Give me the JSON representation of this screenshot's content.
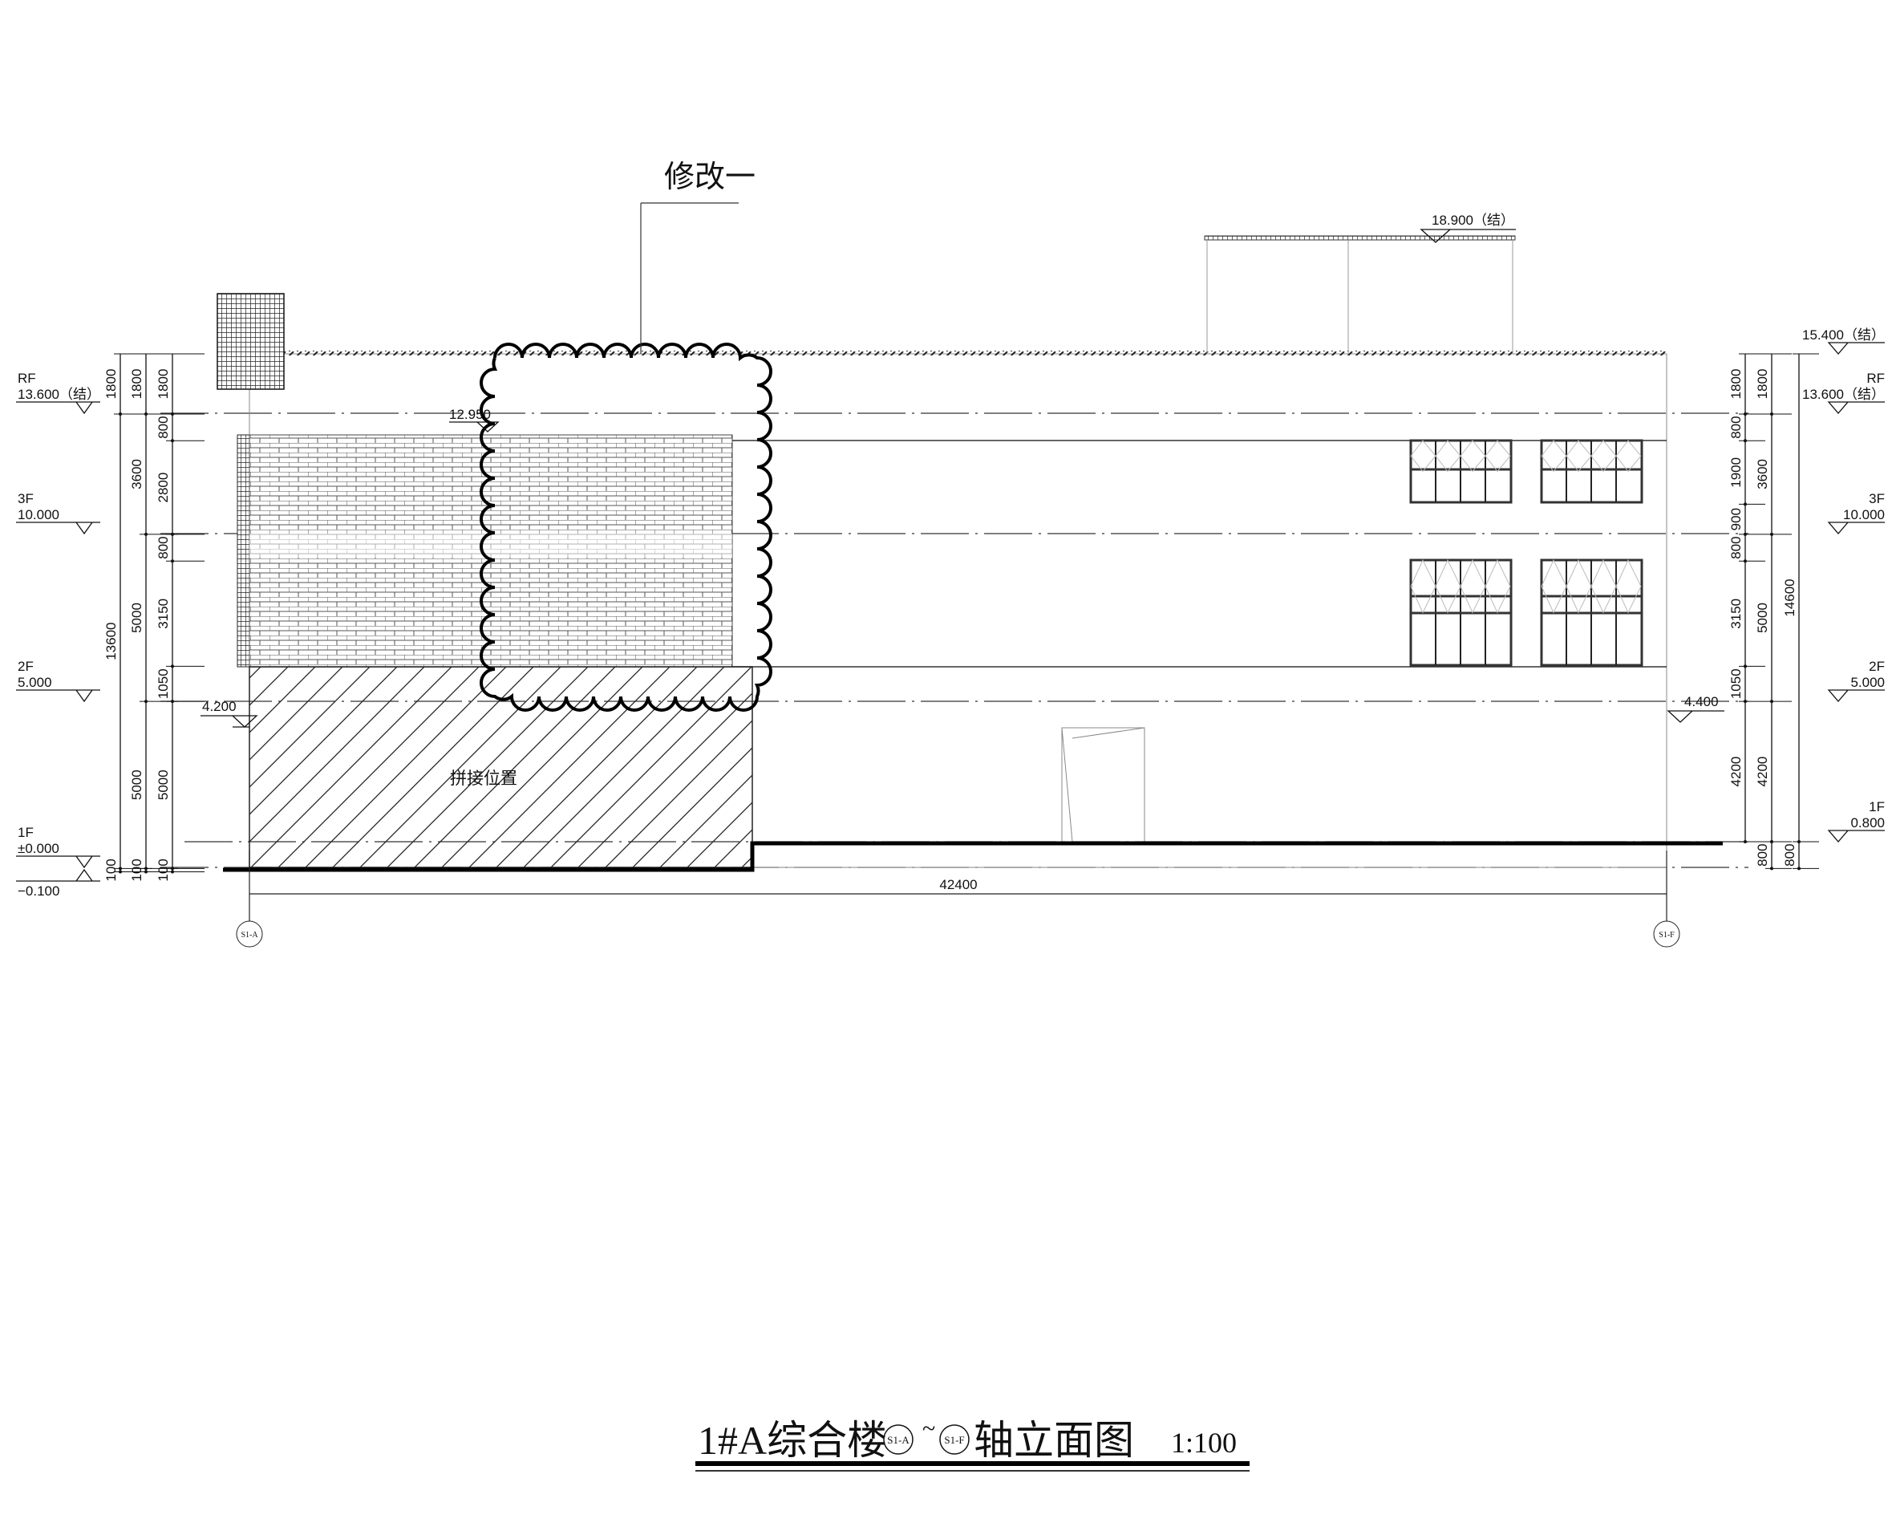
{
  "drawing": {
    "title": "1#A综合楼",
    "title_axis_from": "S1-A",
    "title_tilde": "~",
    "title_axis_to": "S1-F",
    "title_suffix": "轴立面图",
    "scale": "1:100",
    "revision_note": "修改一",
    "splice_note": "拼接位置",
    "overall_width": "42400",
    "axis_left": "S1-A",
    "axis_right": "S1-F"
  },
  "levels_left": [
    {
      "name": "RF",
      "value": "13.600（结）"
    },
    {
      "name": "3F",
      "value": "10.000"
    },
    {
      "name": "2F",
      "value": "5.000"
    },
    {
      "name": "1F",
      "value": "±0.000"
    },
    {
      "name": "",
      "value": "−0.100"
    }
  ],
  "levels_right": [
    {
      "name": "",
      "value": "15.400（结）"
    },
    {
      "name": "RF",
      "value": "13.600（结）"
    },
    {
      "name": "3F",
      "value": "10.000"
    },
    {
      "name": "2F",
      "value": "5.000"
    },
    {
      "name": "1F",
      "value": "0.800"
    }
  ],
  "spot_levels": {
    "top": "18.900（结）",
    "canopy_left": "4.200",
    "canopy_right": "4.400",
    "wall_top": "12.950"
  },
  "dims_left": [
    [
      "1800",
      "13600",
      "100"
    ],
    [
      "1800",
      "3600",
      "5000",
      "5000",
      "100"
    ],
    [
      "1800",
      "800",
      "2800",
      "800",
      "3150",
      "1050",
      "5000",
      "100"
    ]
  ],
  "dims_right": [
    [
      "1800",
      "800",
      "1900",
      "900",
      "800",
      "3150",
      "1050",
      "4200"
    ],
    [
      "1800",
      "3600",
      "5000",
      "4200",
      "800"
    ],
    [
      "14600",
      "800"
    ]
  ]
}
